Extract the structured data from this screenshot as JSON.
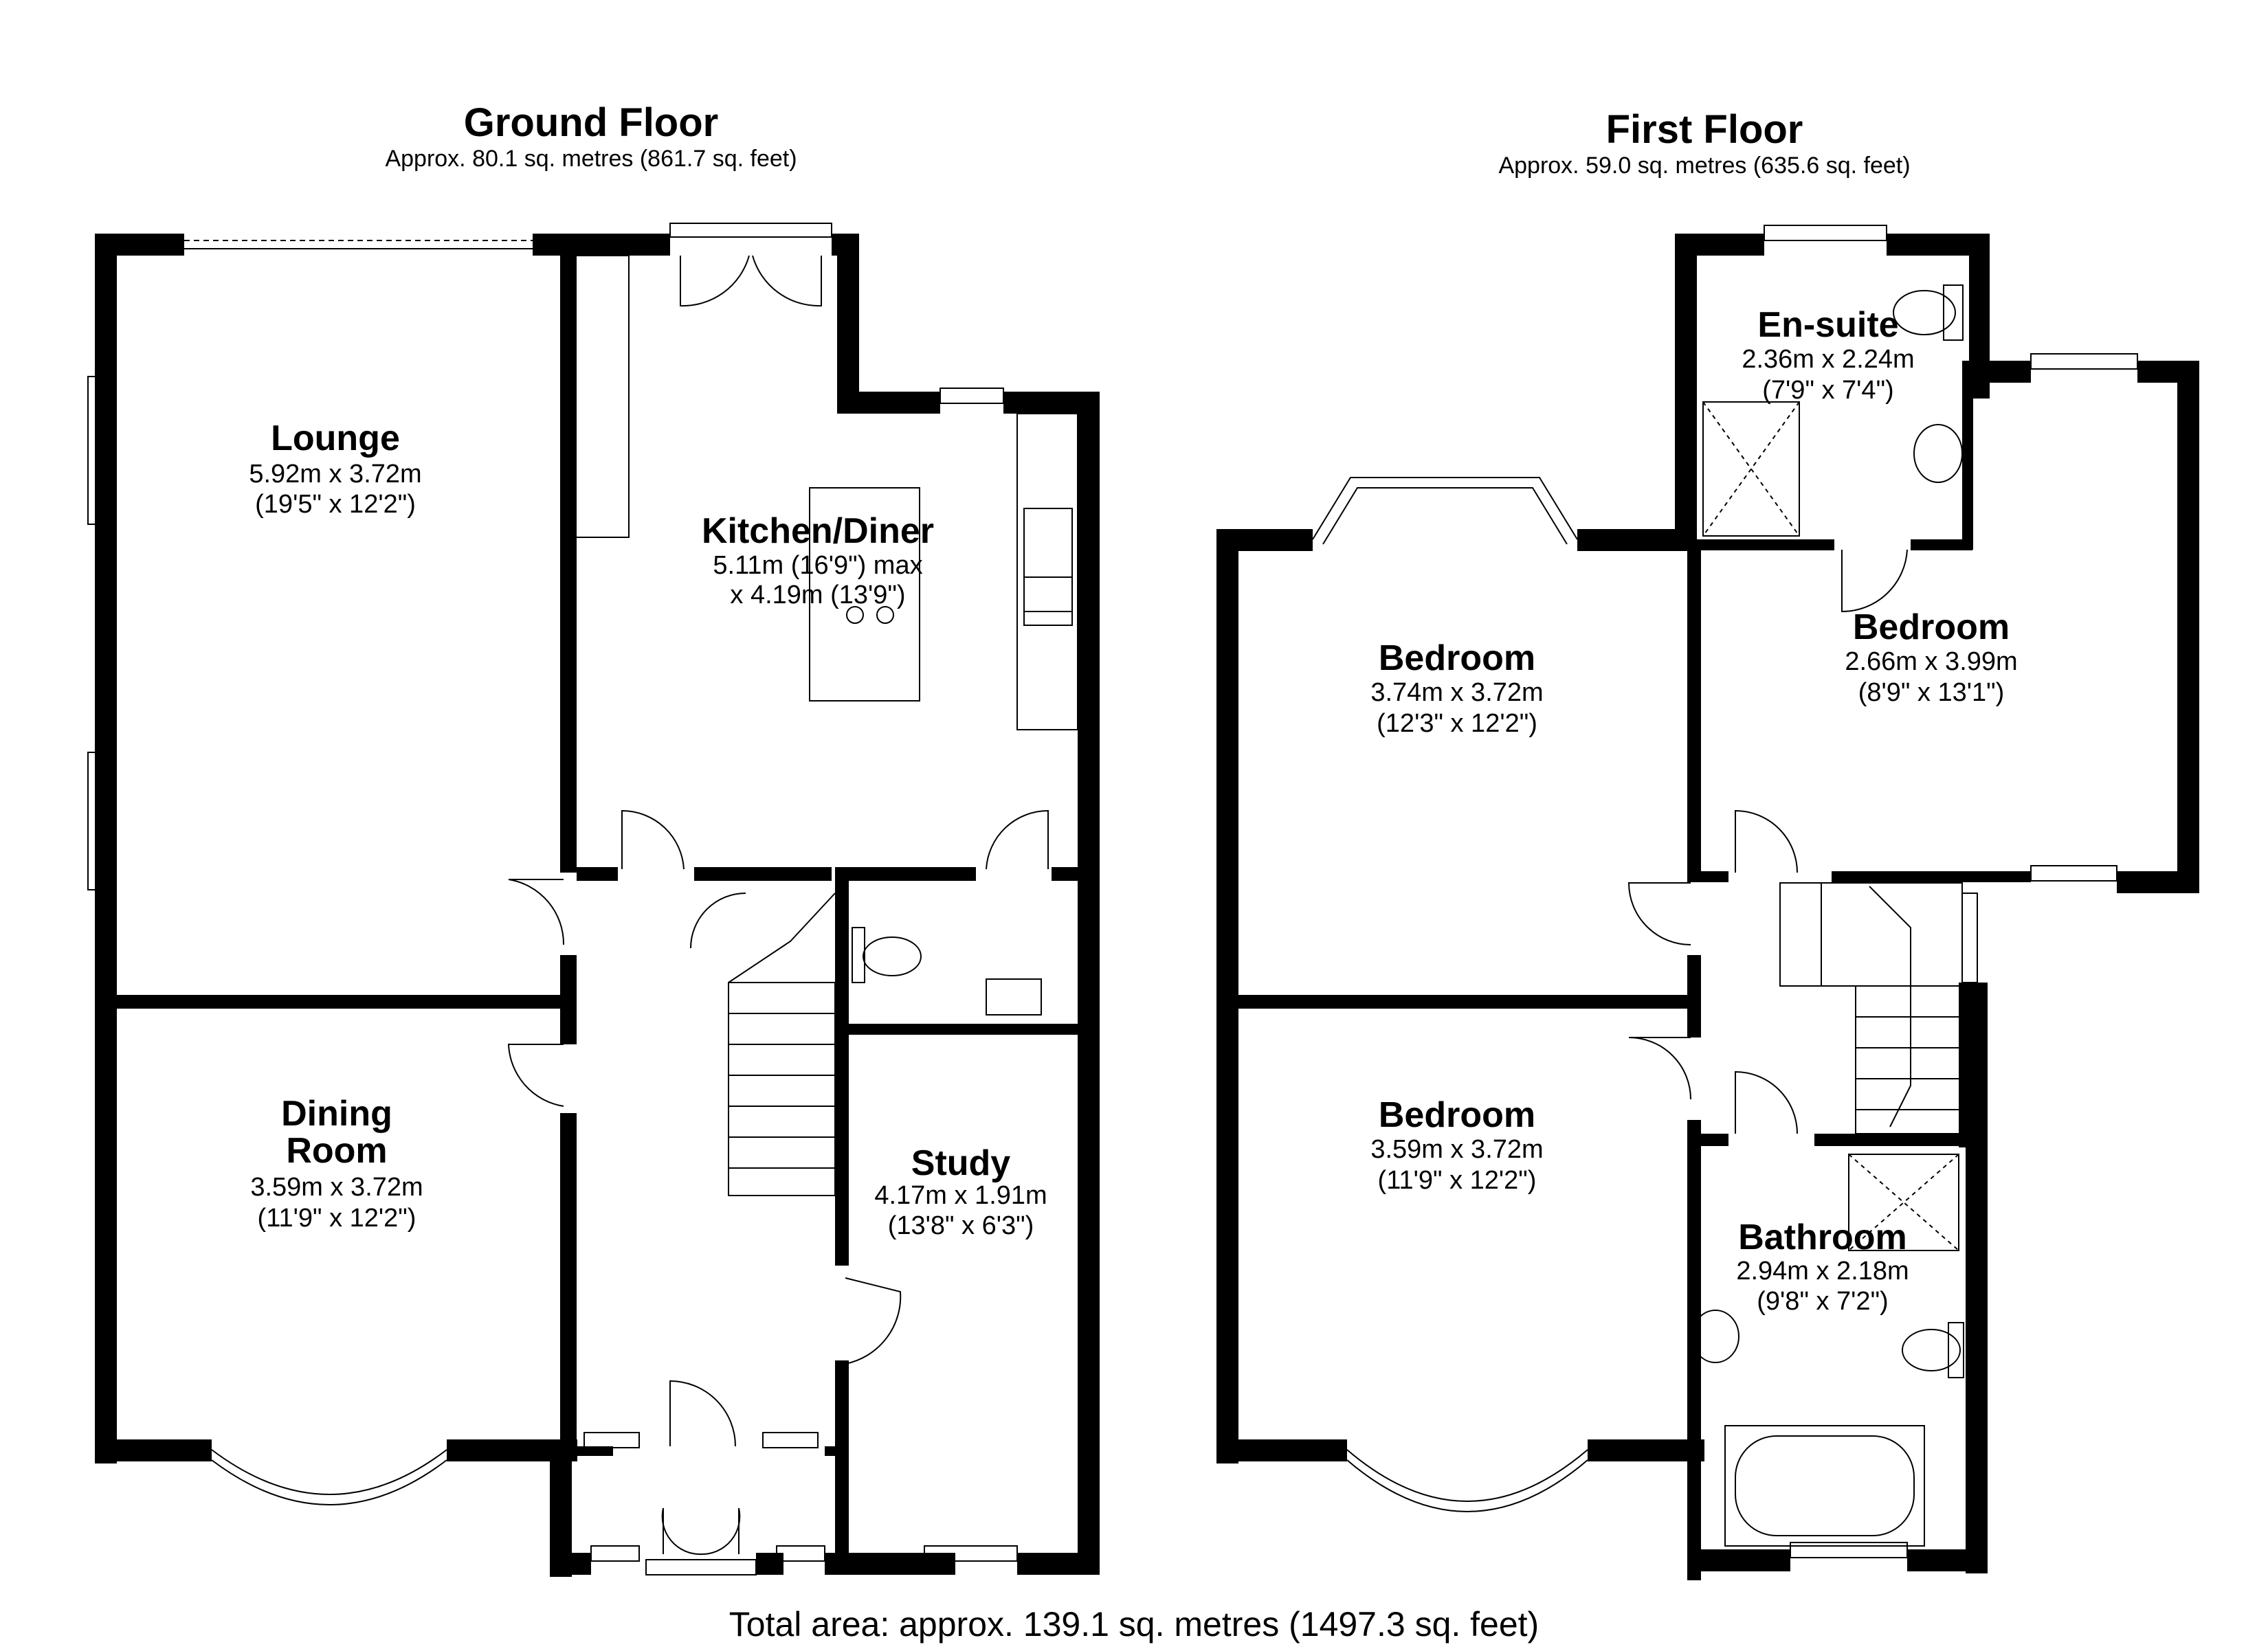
{
  "ground_floor": {
    "title": "Ground Floor",
    "area": "Approx. 80.1 sq. metres (861.7 sq. feet)",
    "rooms": {
      "lounge": {
        "name": "Lounge",
        "metric": "5.92m x 3.72m",
        "imperial": "(19'5\" x 12'2\")"
      },
      "kitchen": {
        "name": "Kitchen/Diner",
        "metric": "5.11m (16'9\") max",
        "imperial": "x 4.19m (13'9\")"
      },
      "dining": {
        "name_line1": "Dining",
        "name_line2": "Room",
        "metric": "3.59m x 3.72m",
        "imperial": "(11'9\" x 12'2\")"
      },
      "study": {
        "name": "Study",
        "metric": "4.17m x 1.91m",
        "imperial": "(13'8\" x 6'3\")"
      }
    }
  },
  "first_floor": {
    "title": "First Floor",
    "area": "Approx. 59.0 sq. metres (635.6 sq. feet)",
    "rooms": {
      "ensuite": {
        "name": "En-suite",
        "metric": "2.36m x 2.24m",
        "imperial": "(7'9\" x 7'4\")"
      },
      "bedroom_front_left": {
        "name": "Bedroom",
        "metric": "3.74m x 3.72m",
        "imperial": "(12'3\" x 12'2\")"
      },
      "bedroom_right": {
        "name": "Bedroom",
        "metric": "2.66m x 3.99m",
        "imperial": "(8'9\" x 13'1\")"
      },
      "bedroom_rear_left": {
        "name": "Bedroom",
        "metric": "3.59m x 3.72m",
        "imperial": "(11'9\" x 12'2\")"
      },
      "bathroom": {
        "name": "Bathroom",
        "metric": "2.94m x 2.18m",
        "imperial": "(9'8\" x 7'2\")"
      }
    }
  },
  "total_area": "Total area: approx. 139.1 sq. metres (1497.3 sq. feet)"
}
